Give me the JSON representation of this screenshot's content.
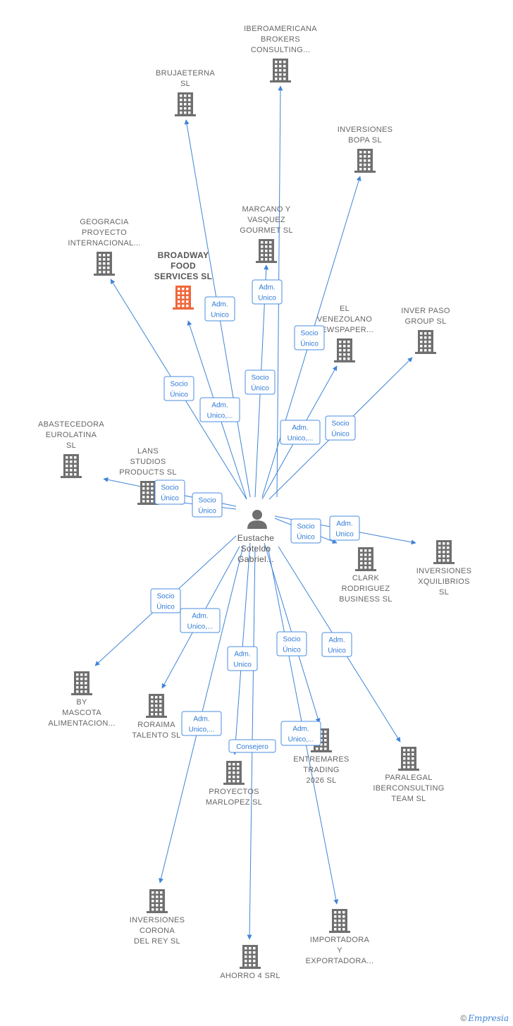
{
  "center": {
    "name_lines": [
      "Eustache",
      "Soteldo",
      "Gabriel..."
    ]
  },
  "nodes": [
    {
      "id": "iberoamericana",
      "lines": [
        "IBEROAMERICANA",
        "BROKERS",
        "CONSULTING..."
      ],
      "highlight": false
    },
    {
      "id": "brujaeterna",
      "lines": [
        "BRUJAETERNA",
        "SL"
      ],
      "highlight": false
    },
    {
      "id": "inversiones-bopa",
      "lines": [
        "INVERSIONES",
        "BOPA  SL"
      ],
      "highlight": false
    },
    {
      "id": "geogracia",
      "lines": [
        "GEOGRACIA",
        "PROYECTO",
        "INTERNACIONAL..."
      ],
      "highlight": false
    },
    {
      "id": "marcano",
      "lines": [
        "MARCANO Y",
        "VASQUEZ",
        "GOURMET  SL"
      ],
      "highlight": false
    },
    {
      "id": "broadway",
      "lines": [
        "BROADWAY",
        "FOOD",
        "SERVICES  SL"
      ],
      "highlight": true
    },
    {
      "id": "el-venezolano",
      "lines": [
        "EL",
        "VENEZOLANO",
        "NEWSPAPER..."
      ],
      "highlight": false
    },
    {
      "id": "inver-paso",
      "lines": [
        "INVER PASO",
        "GROUP  SL"
      ],
      "highlight": false
    },
    {
      "id": "abastecedora",
      "lines": [
        "ABASTECEDORA",
        "EUROLATINA",
        "SL"
      ],
      "highlight": false
    },
    {
      "id": "lans",
      "lines": [
        "LANS",
        "STUDIOS",
        "PRODUCTS  SL"
      ],
      "highlight": false
    },
    {
      "id": "clark",
      "lines": [
        "CLARK",
        "RODRIGUEZ",
        "BUSINESS  SL"
      ],
      "highlight": false
    },
    {
      "id": "xquilibrios",
      "lines": [
        "INVERSIONES",
        "XQUILIBRIOS",
        "SL"
      ],
      "highlight": false
    },
    {
      "id": "by-mascota",
      "lines": [
        "BY",
        "MASCOTA",
        "ALIMENTACION..."
      ],
      "highlight": false
    },
    {
      "id": "roraima",
      "lines": [
        "RORAIMA",
        "TALENTO  SL"
      ],
      "highlight": false
    },
    {
      "id": "marlopez",
      "lines": [
        "PROYECTOS",
        "MARLOPEZ  SL"
      ],
      "highlight": false
    },
    {
      "id": "entremares",
      "lines": [
        "ENTREMARES",
        "TRADING",
        "2026  SL"
      ],
      "highlight": false
    },
    {
      "id": "paralegal",
      "lines": [
        "PARALEGAL",
        "IBERCONSULTING",
        "TEAM  SL"
      ],
      "highlight": false
    },
    {
      "id": "corona",
      "lines": [
        "INVERSIONES",
        "CORONA",
        "DEL REY  SL"
      ],
      "highlight": false
    },
    {
      "id": "importadora",
      "lines": [
        "IMPORTADORA",
        "Y",
        "EXPORTADORA..."
      ],
      "highlight": false
    },
    {
      "id": "ahorro",
      "lines": [
        "AHORRO 4 SRL"
      ],
      "highlight": false
    }
  ],
  "badges": [
    {
      "lines": [
        "Adm.",
        "Unico"
      ]
    },
    {
      "lines": [
        "Adm.",
        "Unico"
      ]
    },
    {
      "lines": [
        "Socio",
        "Único"
      ]
    },
    {
      "lines": [
        "Socio",
        "Único"
      ]
    },
    {
      "lines": [
        "Socio",
        "Único"
      ]
    },
    {
      "lines": [
        "Adm.",
        "Unico,..."
      ]
    },
    {
      "lines": [
        "Adm.",
        "Unico,..."
      ]
    },
    {
      "lines": [
        "Socio",
        "Único"
      ]
    },
    {
      "lines": [
        "Socio",
        "Único"
      ]
    },
    {
      "lines": [
        "Socio",
        "Único"
      ]
    },
    {
      "lines": [
        "Socio",
        "Único"
      ]
    },
    {
      "lines": [
        "Adm.",
        "Unico"
      ]
    },
    {
      "lines": [
        "Socio",
        "Único"
      ]
    },
    {
      "lines": [
        "Adm.",
        "Unico,..."
      ]
    },
    {
      "lines": [
        "Adm.",
        "Unico"
      ]
    },
    {
      "lines": [
        "Socio",
        "Único"
      ]
    },
    {
      "lines": [
        "Adm.",
        "Unico"
      ]
    },
    {
      "lines": [
        "Adm.",
        "Unico,..."
      ]
    },
    {
      "lines": [
        "Consejero"
      ]
    },
    {
      "lines": [
        "Adm.",
        "Unico,..."
      ]
    }
  ],
  "colors": {
    "edge": "#3f84d8",
    "building": "#6f6f6f",
    "highlight": "#f0663a",
    "badge_text": "#2f7ad6"
  },
  "icons": {
    "company": "building-icon",
    "person": "person-icon"
  },
  "footer": {
    "copyright": "©",
    "brand": "Empresia"
  }
}
